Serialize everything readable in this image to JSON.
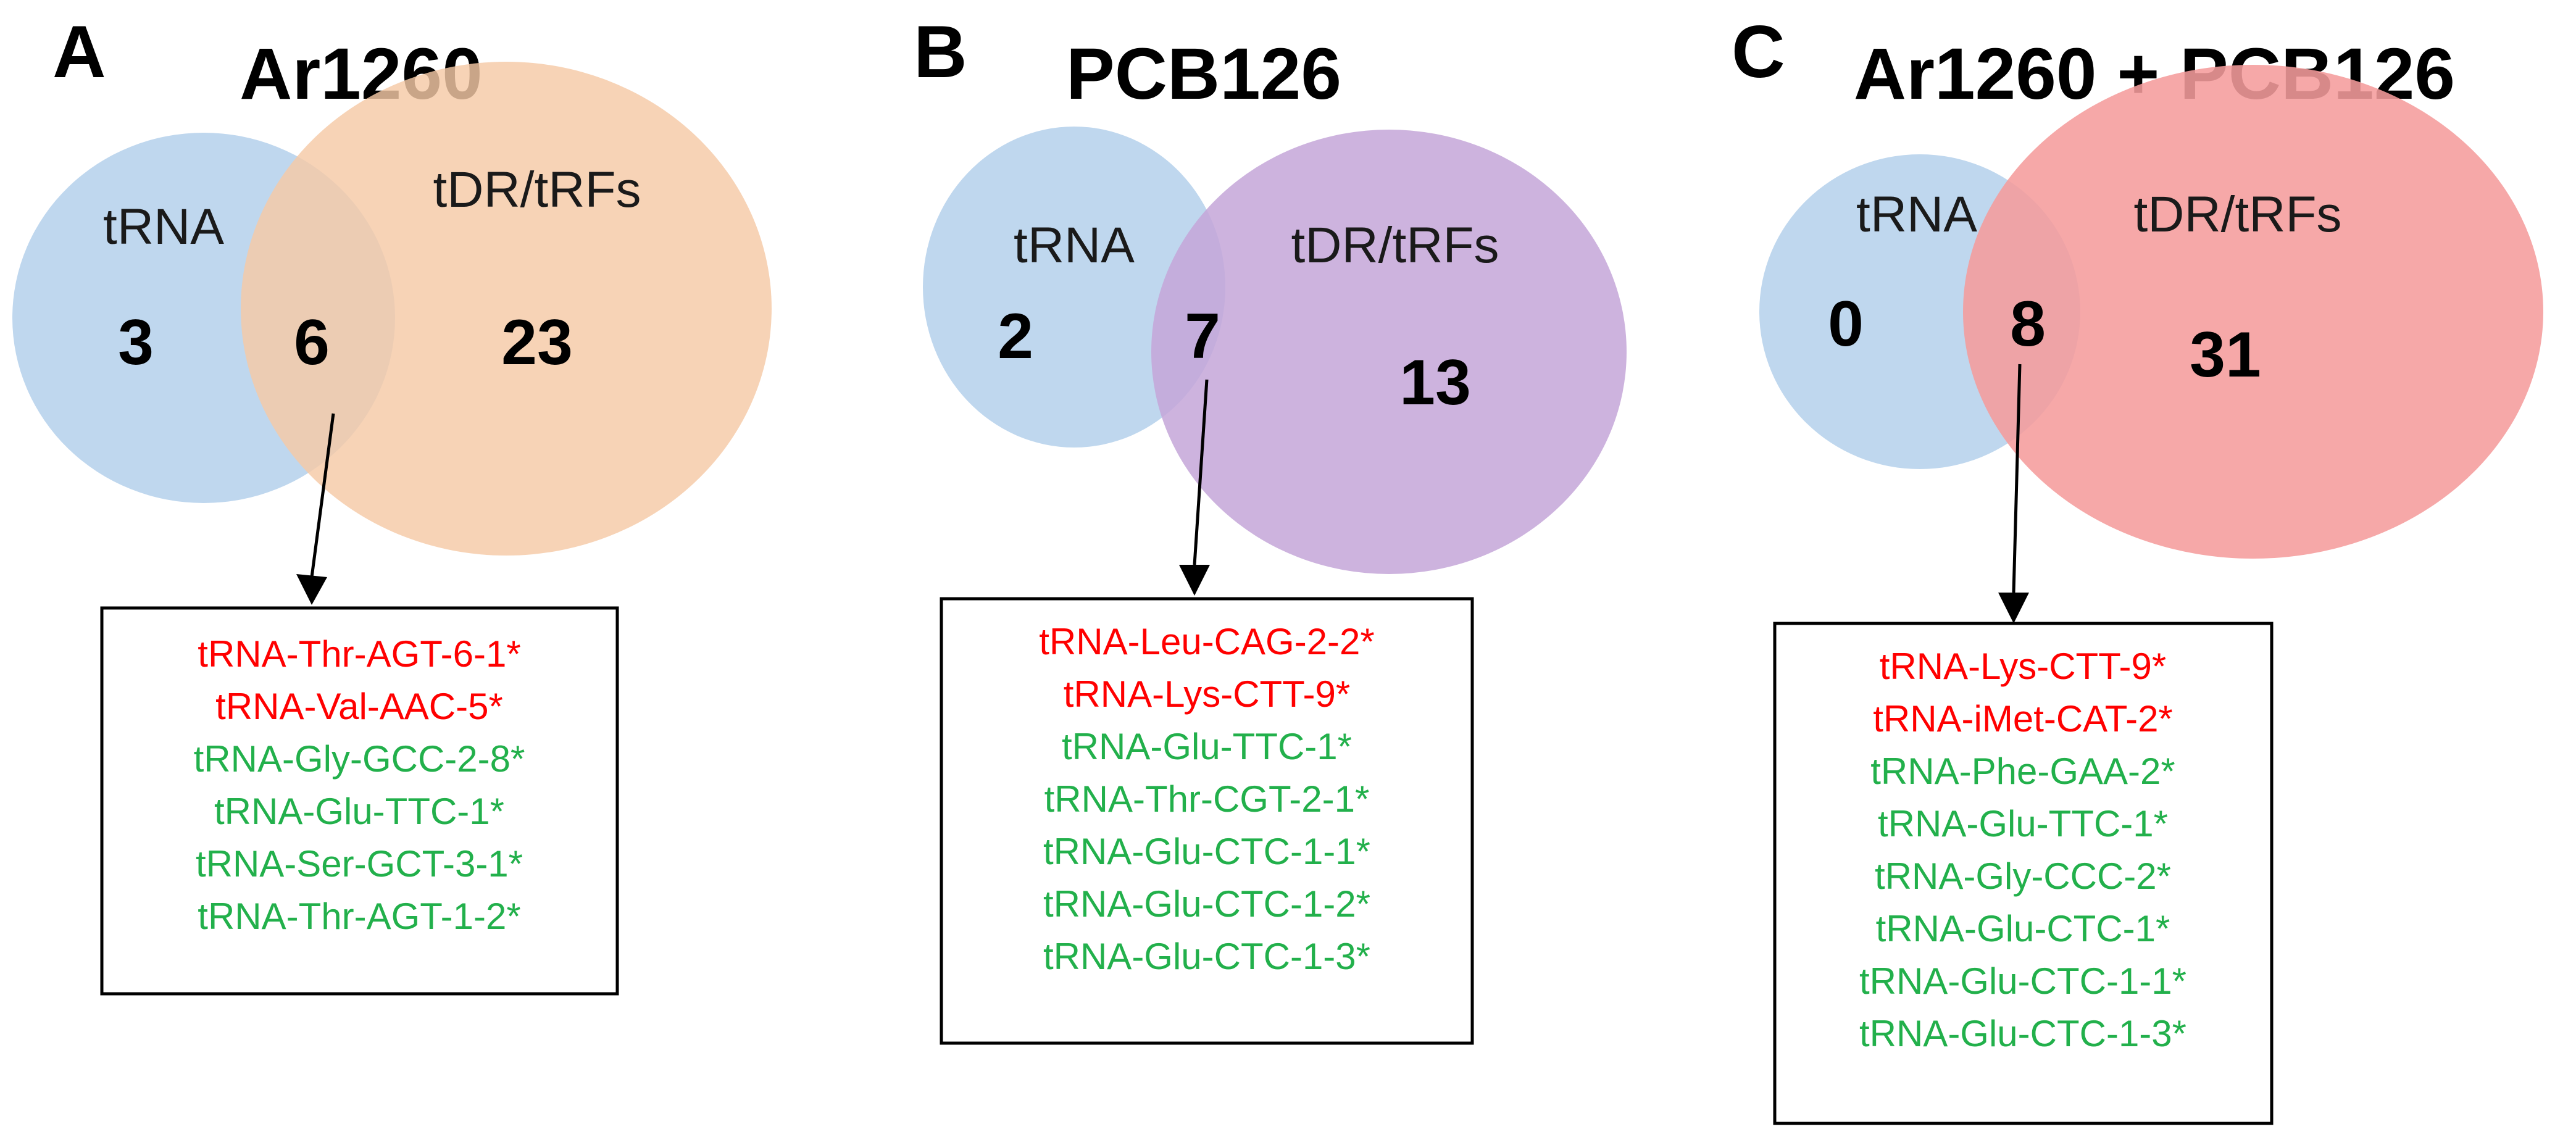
{
  "colors": {
    "tRNA_circle": "#bfd7ee",
    "panel_A_tdr": "#f5c9a6",
    "panel_B_tdr": "#c4a6d8",
    "panel_C_tdr": "#f59c9c",
    "red_text": "#ff0000",
    "green_text": "#22b04b"
  },
  "panels": [
    {
      "letter": "A",
      "title": "Ar1260",
      "set_left": "tRNA",
      "set_right": "tDR/tRFs",
      "only_left": "3",
      "overlap": "6",
      "only_right": "23",
      "overlap_list": [
        {
          "text": "tRNA-Thr-AGT-6-1*",
          "color": "red"
        },
        {
          "text": "tRNA-Val-AAC-5*",
          "color": "red"
        },
        {
          "text": "tRNA-Gly-GCC-2-8*",
          "color": "green"
        },
        {
          "text": "tRNA-Glu-TTC-1*",
          "color": "green"
        },
        {
          "text": "tRNA-Ser-GCT-3-1*",
          "color": "green"
        },
        {
          "text": "tRNA-Thr-AGT-1-2*",
          "color": "green"
        }
      ]
    },
    {
      "letter": "B",
      "title": "PCB126",
      "set_left": "tRNA",
      "set_right": "tDR/tRFs",
      "only_left": "2",
      "overlap": "7",
      "only_right": "13",
      "overlap_list": [
        {
          "text": "tRNA-Leu-CAG-2-2*",
          "color": "red"
        },
        {
          "text": "tRNA-Lys-CTT-9*",
          "color": "red"
        },
        {
          "text": "tRNA-Glu-TTC-1*",
          "color": "green"
        },
        {
          "text": "tRNA-Thr-CGT-2-1*",
          "color": "green"
        },
        {
          "text": "tRNA-Glu-CTC-1-1*",
          "color": "green"
        },
        {
          "text": "tRNA-Glu-CTC-1-2*",
          "color": "green"
        },
        {
          "text": "tRNA-Glu-CTC-1-3*",
          "color": "green"
        }
      ]
    },
    {
      "letter": "C",
      "title": "Ar1260 + PCB126",
      "set_left": "tRNA",
      "set_right": "tDR/tRFs",
      "only_left": "0",
      "overlap": "8",
      "only_right": "31",
      "overlap_list": [
        {
          "text": "tRNA-Lys-CTT-9*",
          "color": "red"
        },
        {
          "text": "tRNA-iMet-CAT-2*",
          "color": "red"
        },
        {
          "text": "tRNA-Phe-GAA-2*",
          "color": "green"
        },
        {
          "text": "tRNA-Glu-TTC-1*",
          "color": "green"
        },
        {
          "text": "tRNA-Gly-CCC-2*",
          "color": "green"
        },
        {
          "text": "tRNA-Glu-CTC-1*",
          "color": "green"
        },
        {
          "text": "tRNA-Glu-CTC-1-1*",
          "color": "green"
        },
        {
          "text": "tRNA-Glu-CTC-1-3*",
          "color": "green"
        }
      ]
    }
  ]
}
